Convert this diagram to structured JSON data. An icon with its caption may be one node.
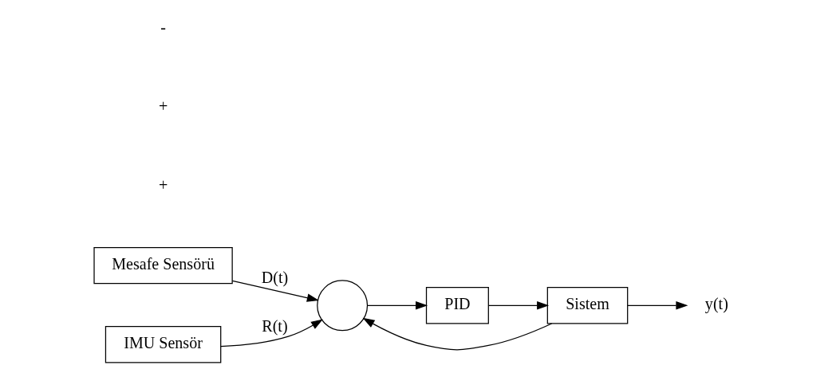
{
  "diagram": {
    "nodes": [
      {
        "text": [
          "Mesafe Sensörü"
        ]
      },
      {
        "text": [
          "IMU Sensör"
        ]
      },
      {
        "text": [],
        "shape": "circle"
      },
      {
        "text": [
          "PID"
        ]
      },
      {
        "text": [
          "Sistem"
        ]
      },
      {
        "text": [
          "y(t)"
        ]
      }
    ],
    "edges": [
      {
        "from": 0,
        "to": 2,
        "arrow": "to",
        "label": "D(t)"
      },
      {
        "from": 1,
        "to": 2,
        "arrow": "to",
        "label": "R(t)"
      },
      {
        "from": 2,
        "to": 3,
        "arrow": "to"
      },
      {
        "from": 3,
        "to": 4,
        "arrow": "to"
      },
      {
        "from": 4,
        "to": 5,
        "arrow": "to"
      },
      {
        "from": 4,
        "to": 2,
        "arrow": "to"
      }
    ],
    "labels": [
      "+",
      "+",
      "-"
    ]
  }
}
